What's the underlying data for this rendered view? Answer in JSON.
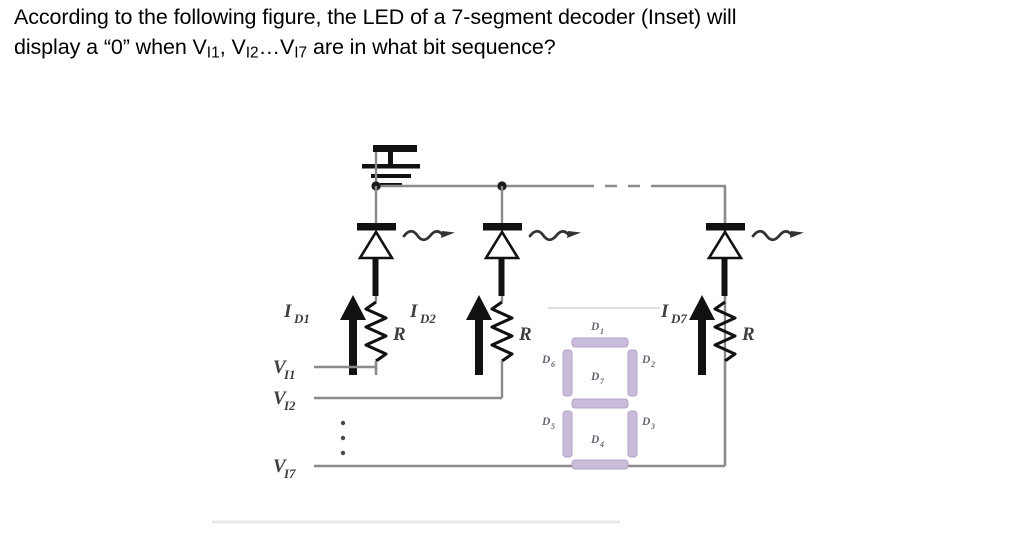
{
  "question": {
    "line1_a": "According to the following figure, the LED of a 7-segment decoder (Inset) will",
    "line2_a": "display a “0” when V",
    "line2_sub1": "I1",
    "line2_b": ", V",
    "line2_sub2": "I2",
    "line2_c": "…V",
    "line2_sub3": "I7",
    "line2_d": " are in what bit sequence?"
  },
  "figure": {
    "title": "led-7-segment-decoder-circuit",
    "ground_label": "ground",
    "branches": [
      {
        "id": "branch-1",
        "current_label": "I",
        "current_sub": "D1",
        "resistor_label": "R",
        "input_label": "V",
        "input_sub": "I1"
      },
      {
        "id": "branch-2",
        "current_label": "I",
        "current_sub": "D2",
        "resistor_label": "R",
        "input_label": "V",
        "input_sub": "I2"
      },
      {
        "id": "branch-7",
        "current_label": "I",
        "current_sub": "D7",
        "resistor_label": "R",
        "input_label": "V",
        "input_sub": "I7"
      }
    ],
    "vertical_ellipsis": "⋮",
    "inset": {
      "name": "seven-segment-display-inset",
      "segment_color": "#c9bcdb",
      "segment_border": "#b4a4c9",
      "segments": [
        {
          "id": "D1",
          "label": "D",
          "sub": "1",
          "position": "top"
        },
        {
          "id": "D2",
          "label": "D",
          "sub": "2",
          "position": "top-right"
        },
        {
          "id": "D3",
          "label": "D",
          "sub": "3",
          "position": "bottom-right"
        },
        {
          "id": "D4",
          "label": "D",
          "sub": "4",
          "position": "bottom"
        },
        {
          "id": "D5",
          "label": "D",
          "sub": "5",
          "position": "bottom-left"
        },
        {
          "id": "D6",
          "label": "D",
          "sub": "6",
          "position": "top-left"
        },
        {
          "id": "D7",
          "label": "D",
          "sub": "7",
          "position": "middle"
        }
      ]
    },
    "colors": {
      "wire": "#8a8a8a",
      "device": "#111111",
      "label": "#4a4a4a",
      "divider": "#e8e8e8"
    }
  }
}
